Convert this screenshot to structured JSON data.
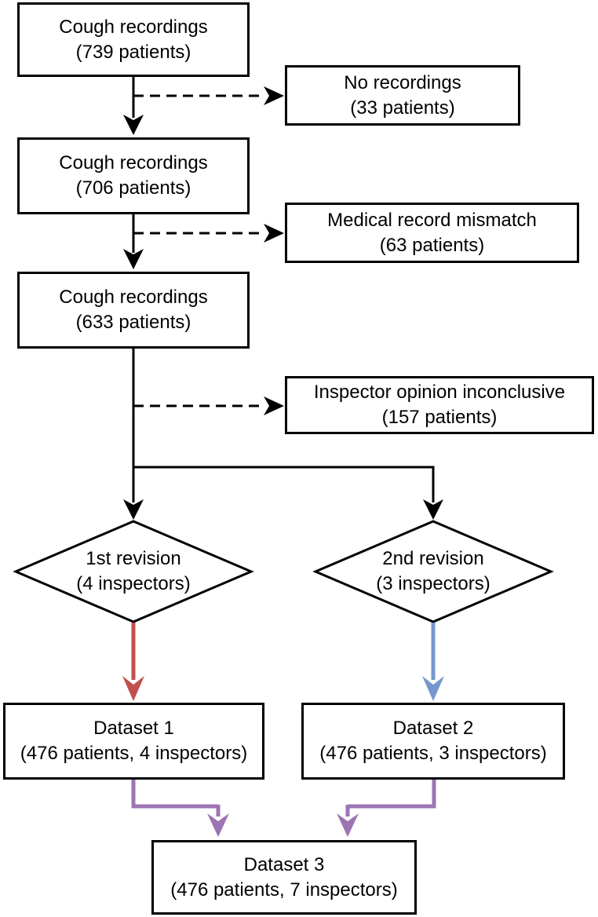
{
  "flowchart": {
    "nodes": {
      "cough_739": {
        "title": "Cough recordings",
        "subtitle": "(739 patients)"
      },
      "no_recordings": {
        "title": "No recordings",
        "subtitle": "(33 patients)"
      },
      "cough_706": {
        "title": "Cough recordings",
        "subtitle": "(706 patients)"
      },
      "record_mismatch": {
        "title": "Medical record mismatch",
        "subtitle": "(63 patients)"
      },
      "cough_633": {
        "title": "Cough recordings",
        "subtitle": "(633 patients)"
      },
      "inspector_inconclusive": {
        "title": "Inspector opinion inconclusive",
        "subtitle": "(157 patients)"
      },
      "revision_1": {
        "title": "1st revision",
        "subtitle": "(4 inspectors)"
      },
      "revision_2": {
        "title": "2nd revision",
        "subtitle": "(3 inspectors)"
      },
      "dataset_1": {
        "title": "Dataset 1",
        "subtitle": "(476 patients, 4 inspectors)"
      },
      "dataset_2": {
        "title": "Dataset 2",
        "subtitle": "(476 patients, 3 inspectors)"
      },
      "dataset_3": {
        "title": "Dataset 3",
        "subtitle": "(476 patients, 7 inspectors)"
      }
    },
    "colors": {
      "line_black": "#000000",
      "arrow_red": "#c0504d",
      "arrow_blue": "#7597ce",
      "arrow_purple": "#9d74b3"
    }
  }
}
